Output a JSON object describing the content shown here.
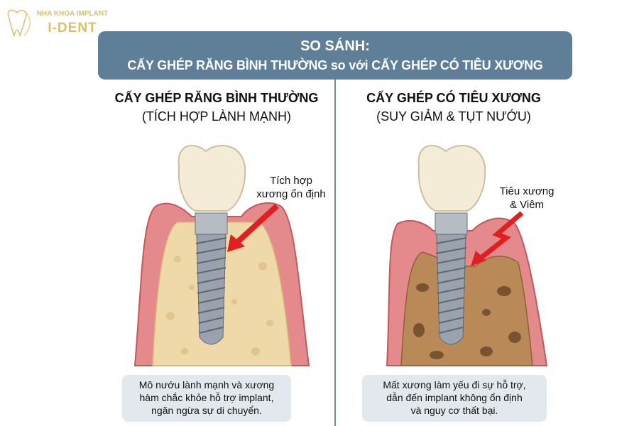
{
  "logo": {
    "small_text": "NHA KHOA IMPLANT",
    "big_text": "I-DENT",
    "color": "#d9bf6a"
  },
  "header": {
    "line1": "SO SÁNH:",
    "line2": "CẤY GHÉP RĂNG BÌNH THƯỜNG so với CẤY GHÉP CÓ TIÊU XƯƠNG",
    "color": "#5f7f99"
  },
  "left": {
    "title": "CẤY GHÉP RĂNG BÌNH THƯỜNG",
    "subtitle": "(TÍCH HỢP LÀNH MẠNH)",
    "label_line1": "Tích hợp",
    "label_line2": "xương ổn định",
    "caption_line1": "Mô nướu lành mạnh và xương",
    "caption_line2": "hàm chắc khỏe hỗ trợ implant,",
    "caption_line3": "ngăn ngừa sự di chuyển."
  },
  "right": {
    "title": "CẤY GHÉP CÓ TIÊU XƯƠNG",
    "subtitle": "(SUY GIẢM & TỤT NƯỚU)",
    "label_line1": "Tiêu xương",
    "label_line2": "& Viêm",
    "caption_line1": "Mất xương làm yếu đi sự hỗ trợ,",
    "caption_line2": "dẫn đến implant không ổn định",
    "caption_line3": "và nguy cơ thất bại."
  },
  "colors": {
    "gum": "#e58a8c",
    "bone_healthy": "#f0d9a8",
    "bone_damaged": "#b98a58",
    "arrow": "#e02020"
  }
}
